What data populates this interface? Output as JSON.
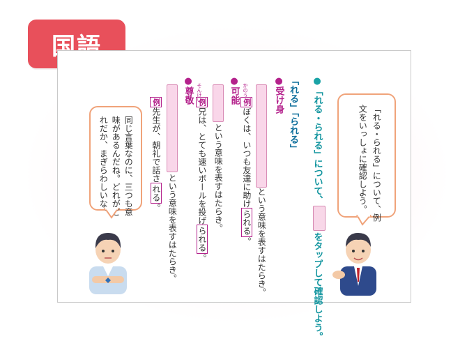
{
  "subject": {
    "label": "国語"
  },
  "instruction": {
    "prefix": "「れる・られる」について、",
    "suffix": "をタップして確認しよう。"
  },
  "teacher_bubble": {
    "line1": "「れる・られる」について、例",
    "line2": "文をいっしょに確認しよう。"
  },
  "student_bubble": {
    "line1": "同じ言葉なのに、三つも意",
    "line2": "味があるんだね。どれがど",
    "line3": "れだか、まぎらわしいな。"
  },
  "headline": {
    "text": "「れる」「られる」"
  },
  "sections": [
    {
      "title": "受け身",
      "ruby": "",
      "meaning": "という意味を表すはたらき。",
      "example_tag": "例",
      "example_before": "ぼくは、いつも友達に助け",
      "example_target": "られる",
      "example_after": "。"
    },
    {
      "title": "可能",
      "ruby": "かのう",
      "meaning": "という意味を表すはたらき。",
      "example_tag": "例",
      "example_before": "兄は、とても速いボールを投げ",
      "example_target": "られる",
      "example_after": "。"
    },
    {
      "title": "尊敬",
      "ruby": "そんけい",
      "meaning": "という意味を表すはたらき。",
      "example_tag": "例",
      "example_before": "先生が、朝礼で話さ",
      "example_target": "れる",
      "example_after": "。"
    }
  ],
  "colors": {
    "badge": "#e8505b",
    "section_magenta": "#b4228c",
    "teal": "#1596a0",
    "bubble_border": "#f0a37a",
    "tap_fill": "#f8d7e8"
  }
}
